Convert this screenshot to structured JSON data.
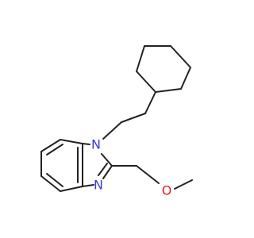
{
  "molecule": {
    "colors": {
      "bond": "#222222",
      "nitrogen": "#3b3bd6",
      "oxygen": "#e01f1f",
      "background": "#ffffff"
    },
    "atoms": {
      "n1": "N",
      "n3": "N",
      "o": "O"
    }
  }
}
